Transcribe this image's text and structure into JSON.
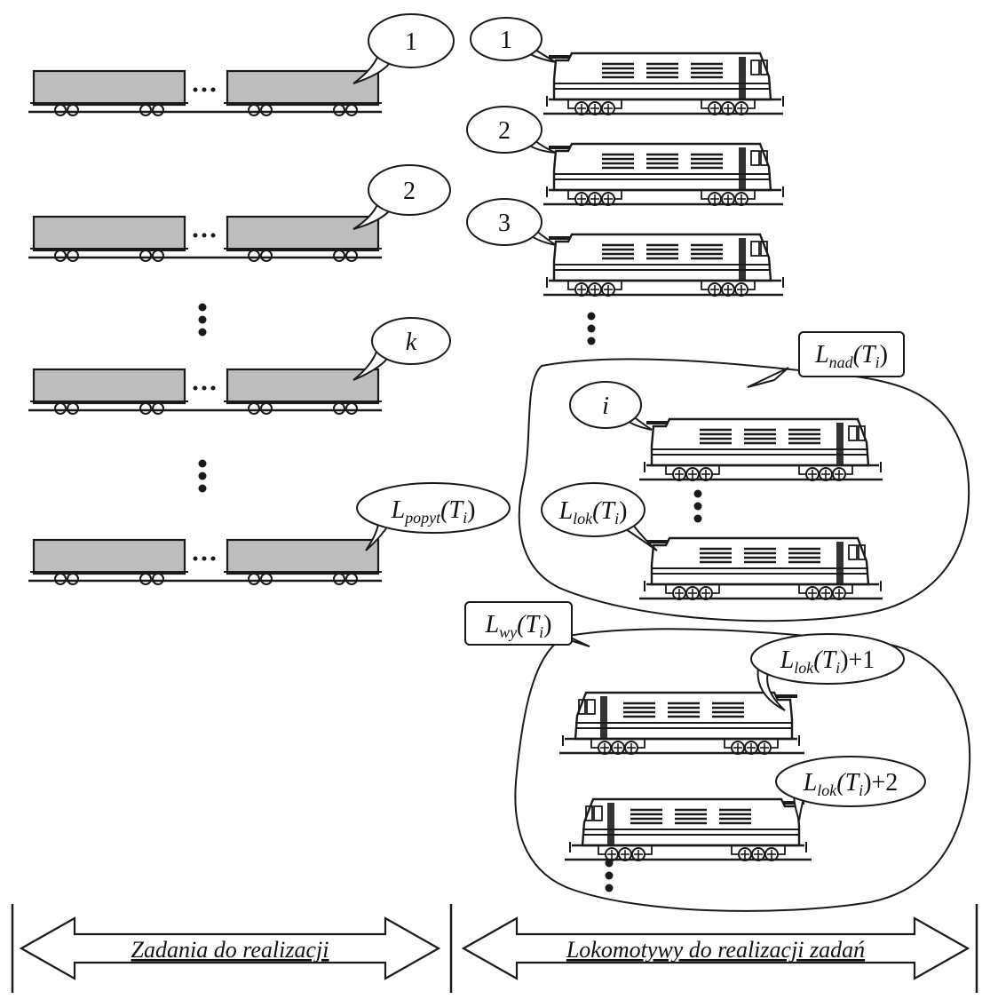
{
  "left_column": {
    "callouts": [
      {
        "text": "1",
        "italic": false
      },
      {
        "text": "2",
        "italic": false
      },
      {
        "text": "k",
        "italic": true
      },
      {
        "main": "L",
        "sub": "popyt",
        "arg": "(T",
        "argsub": "i",
        "close": ")"
      }
    ]
  },
  "right_column": {
    "callouts": [
      {
        "text": "1",
        "italic": false
      },
      {
        "text": "2",
        "italic": false
      },
      {
        "text": "3",
        "italic": false
      },
      {
        "text": "i",
        "italic": true
      },
      {
        "main": "L",
        "sub": "lok",
        "arg": "(T",
        "argsub": "i",
        "close": ")"
      },
      {
        "main": "L",
        "sub": "lok",
        "arg": "(T",
        "argsub": "i",
        "close": ")+1"
      },
      {
        "main": "L",
        "sub": "lok",
        "arg": "(T",
        "argsub": "i",
        "close": ")+2"
      }
    ],
    "group_labels": [
      {
        "main": "L",
        "sub": "nad",
        "arg": "(T",
        "argsub": "i",
        "close": ")"
      },
      {
        "main": "L",
        "sub": "wy",
        "arg": "(T",
        "argsub": "i",
        "close": ")"
      }
    ]
  },
  "footer": {
    "left_arrow_label": "Zadania do realizacji",
    "right_arrow_label": "Lokomotywy do realizacji zadań"
  },
  "colors": {
    "ink": "#1a1a1a",
    "wagon_fill": "#bdbdbd"
  }
}
